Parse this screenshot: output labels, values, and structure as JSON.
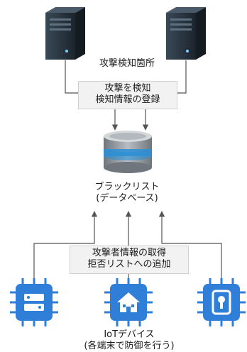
{
  "detection": {
    "location_label": "攻撃検知箇所",
    "steps": [
      "攻撃を検知",
      "検知情報の登録"
    ]
  },
  "database": {
    "line1": "ブラックリスト",
    "line2": "(データベース)"
  },
  "distribution": {
    "steps": [
      "攻撃者情報の取得",
      "拒否リストへの追加"
    ]
  },
  "devices": {
    "line1": "IoTデバイス",
    "line2": "(各端末で防御を行う)"
  },
  "colors": {
    "server_dark": "#1f2a33",
    "server_front": "#2c3a46",
    "chip_blue": "#2f7ed8",
    "db_grey": "#8e959c",
    "db_accent": "#2a8fd6",
    "line": "#555555",
    "box_fill": "#f2f2f2",
    "box_border": "#d0d0d0"
  },
  "icons": [
    "server-icon",
    "server-icon",
    "database-icon",
    "router-chip-icon",
    "home-chip-icon",
    "lock-chip-icon"
  ]
}
